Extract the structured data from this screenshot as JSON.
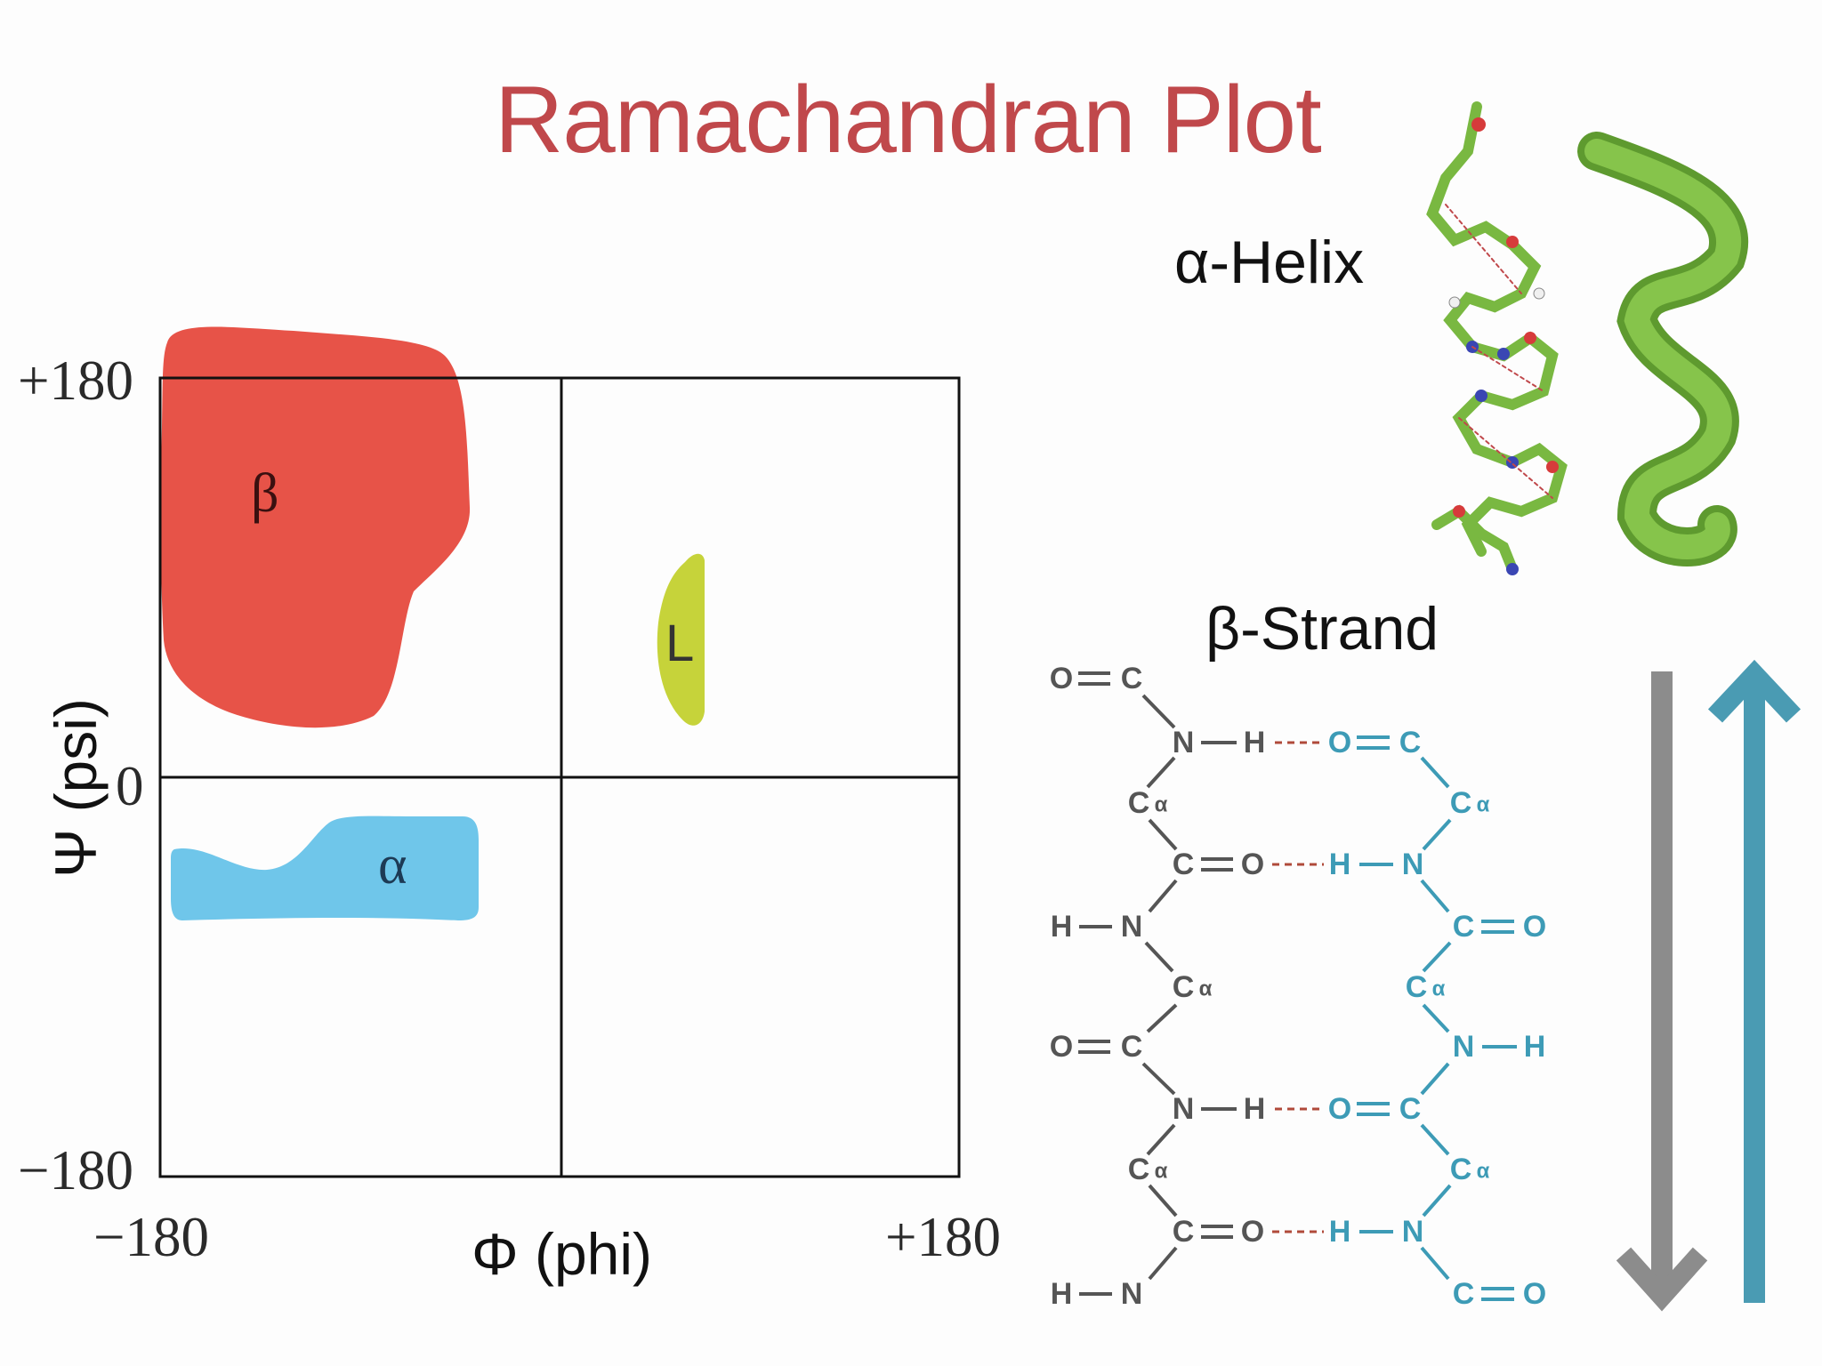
{
  "title": "Ramachandran Plot",
  "plot": {
    "x_axis_label": "Φ (phi)",
    "y_axis_label": "Ψ (psi)",
    "x_ticks": [
      "−180",
      "+180"
    ],
    "y_ticks": [
      "+180",
      "0",
      "−180"
    ],
    "regions": [
      {
        "name": "β",
        "color": "#e64a3e"
      },
      {
        "name": "L",
        "color": "#c6d33a"
      },
      {
        "name": "α",
        "color": "#6fc6ea"
      }
    ]
  },
  "helix": {
    "label": "α-Helix",
    "color": "#79b841"
  },
  "strand": {
    "label": "β-Strand",
    "left_color": "#555555",
    "right_color": "#3d9bb6",
    "atoms": {
      "o": "O",
      "c": "C",
      "n": "N",
      "h": "H",
      "ca": "C",
      "alpha": "α"
    },
    "arrow_down_color": "#8c8c8c",
    "arrow_up_color": "#4a9bb3"
  }
}
